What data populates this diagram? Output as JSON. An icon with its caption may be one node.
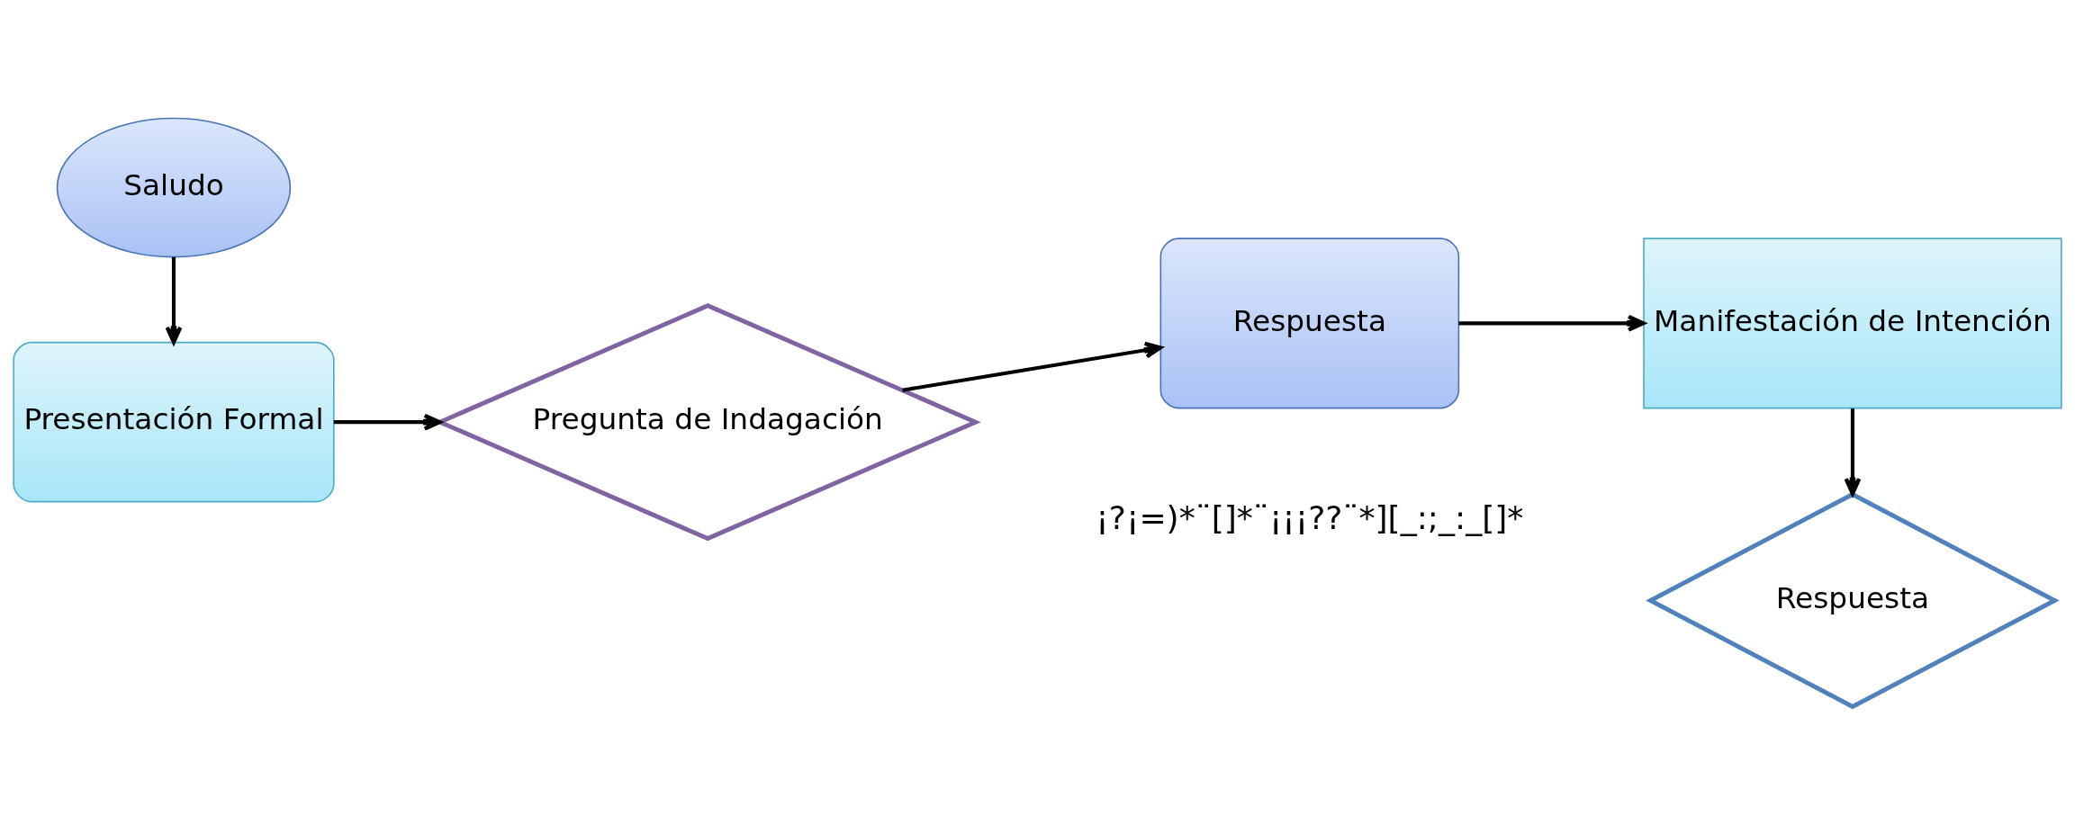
{
  "diagram": {
    "nodes": [
      {
        "text": [
          "Saludo"
        ]
      },
      {
        "text": [
          "Presentación Formal"
        ]
      },
      {
        "text": [
          "Pregunta de Indagación"
        ]
      },
      {
        "text": [
          "Respuesta"
        ]
      },
      {
        "text": [
          "Manifestación de Intención"
        ]
      },
      {
        "text": [
          "Respuesta"
        ]
      }
    ],
    "edges": [
      {
        "from": 0,
        "to": 1,
        "arrow": "to"
      },
      {
        "from": 1,
        "to": 2,
        "arrow": "to"
      },
      {
        "from": 2,
        "to": 3,
        "arrow": "to"
      },
      {
        "from": 3,
        "to": 4,
        "arrow": "to"
      },
      {
        "from": 4,
        "to": 5,
        "arrow": "to"
      }
    ],
    "labels": [
      "¡?¡=)*¨[]*¨¡¡¡??¨*][_:;_:_[]*"
    ]
  }
}
